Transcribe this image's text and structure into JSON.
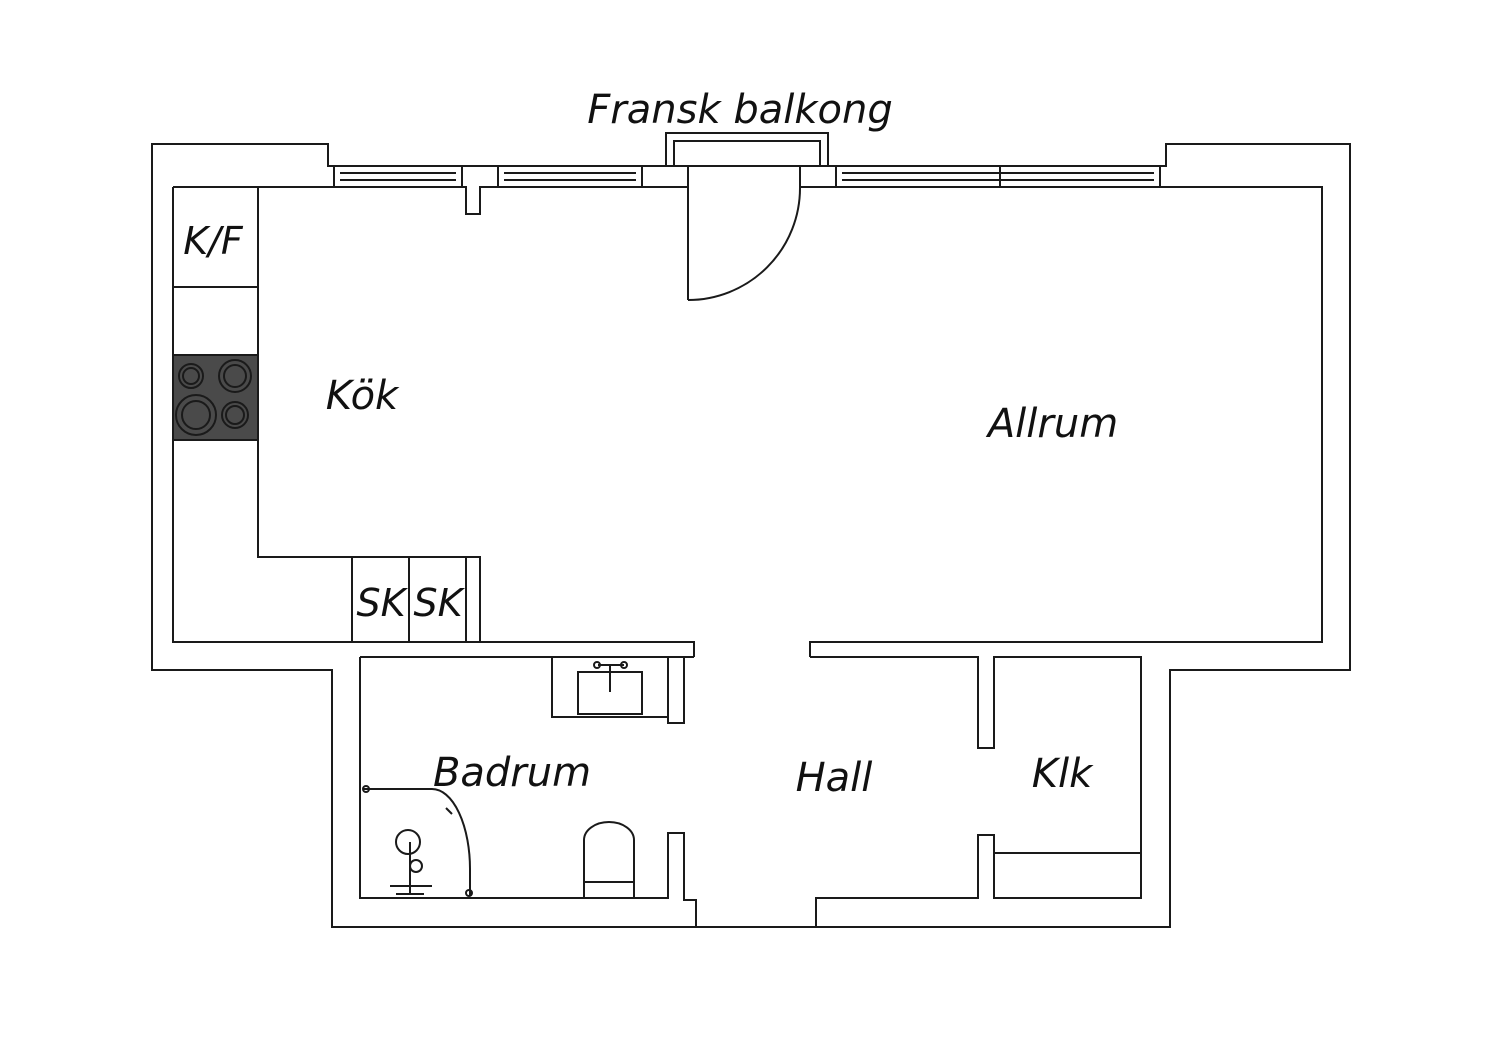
{
  "title": "Fransk balkong",
  "rooms": {
    "kok": "Kök",
    "allrum": "Allrum",
    "badrum": "Badrum",
    "hall": "Hall",
    "klk": "Klk"
  },
  "fixtures": {
    "kf": "K/F",
    "sk1": "SK",
    "sk2": "SK"
  },
  "colors": {
    "line": "#1a1a1a",
    "hob": "#4a4a4a",
    "background": "#ffffff"
  }
}
